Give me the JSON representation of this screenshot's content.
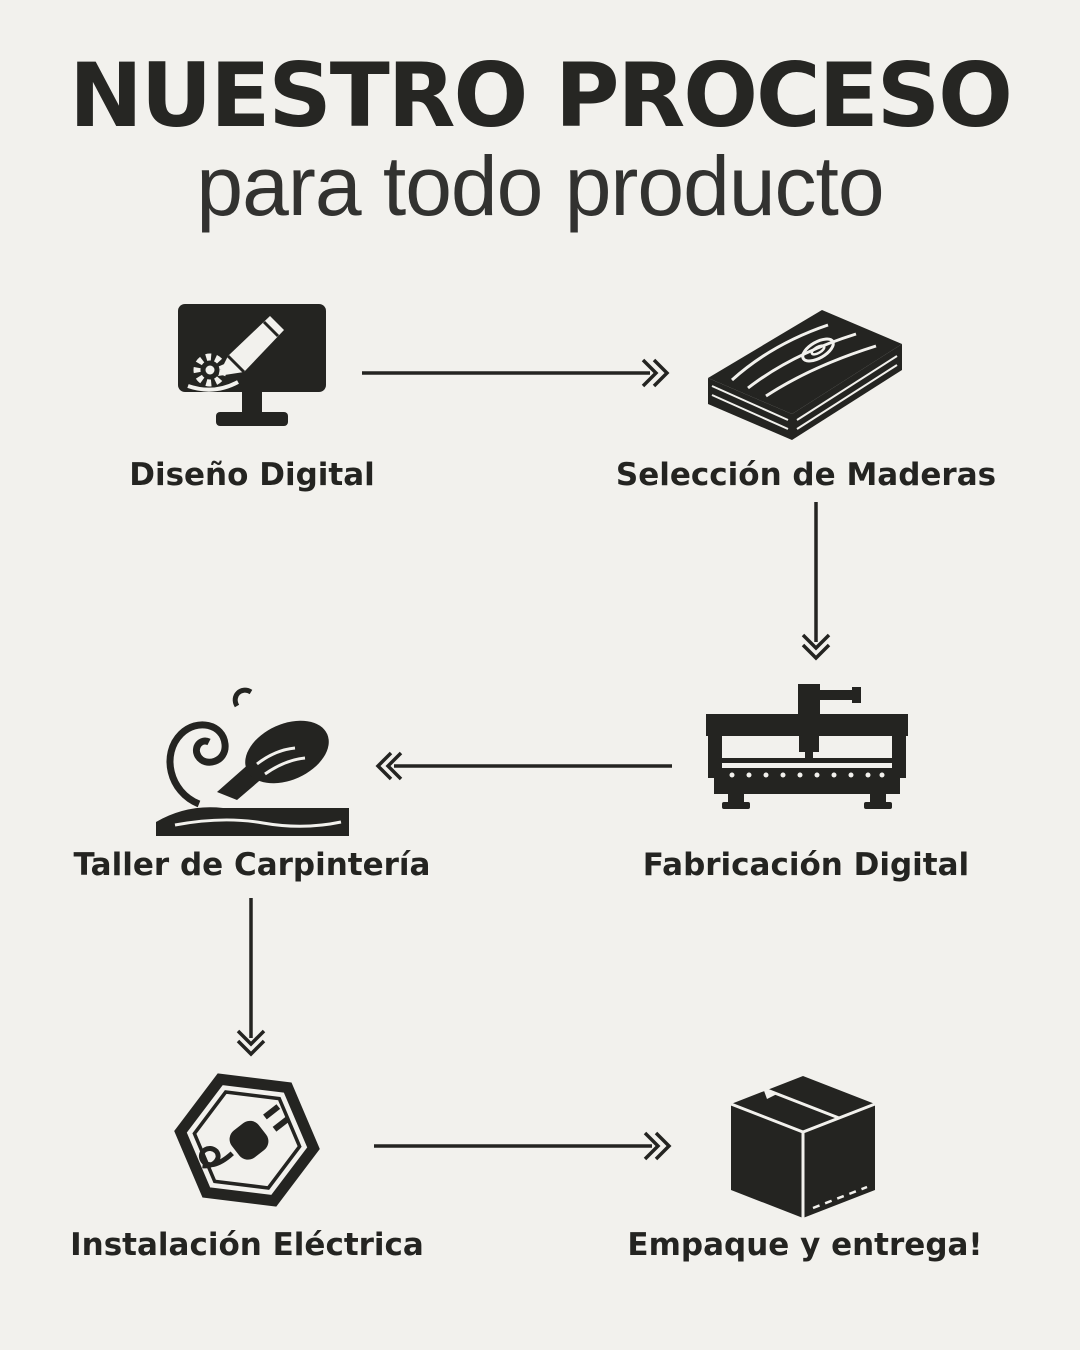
{
  "page": {
    "background": "#f2f1ed",
    "ink": "#242421"
  },
  "header": {
    "title": "NUESTRO PROCESO",
    "subtitle": "para todo producto"
  },
  "steps": [
    {
      "label": "Diseño Digital",
      "icon": "design-monitor-icon"
    },
    {
      "label": "Selección de Maderas",
      "icon": "wood-plank-icon"
    },
    {
      "label": "Fabricación Digital",
      "icon": "cnc-router-icon"
    },
    {
      "label": "Taller de Carpintería",
      "icon": "wood-carving-icon"
    },
    {
      "label": "Instalación Eléctrica",
      "icon": "electric-plug-hexagon-icon"
    },
    {
      "label": "Empaque y entrega!",
      "icon": "package-box-icon"
    }
  ],
  "flow": [
    {
      "from": "Diseño Digital",
      "to": "Selección de Maderas",
      "direction": "right"
    },
    {
      "from": "Selección de Maderas",
      "to": "Fabricación Digital",
      "direction": "down"
    },
    {
      "from": "Fabricación Digital",
      "to": "Taller de Carpintería",
      "direction": "left"
    },
    {
      "from": "Taller de Carpintería",
      "to": "Instalación Eléctrica",
      "direction": "down"
    },
    {
      "from": "Instalación Eléctrica",
      "to": "Empaque y entrega!",
      "direction": "right"
    }
  ]
}
